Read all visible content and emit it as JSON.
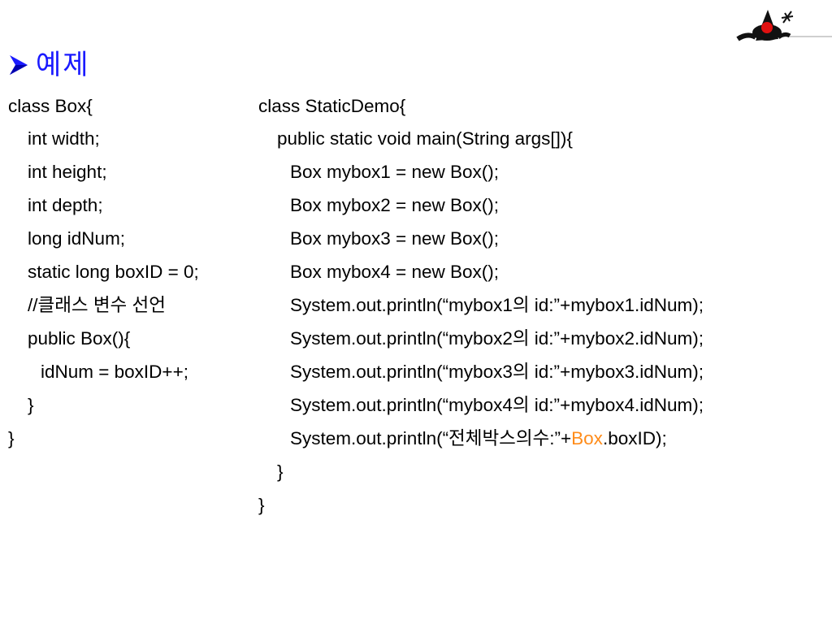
{
  "slide": {
    "title": "예제",
    "accent_color": "#1a1aff",
    "highlight_color": "#ff8c1a",
    "bullet_icon": "arrow-bullet-icon",
    "logo_icon": "java-duke-logo-icon"
  },
  "left_code": [
    "class Box{",
    "int width;",
    "int height;",
    "int depth;",
    "long idNum;",
    "static long boxID = 0;",
    "//클래스 변수 선언",
    "public Box(){",
    "idNum = boxID++;",
    "}",
    "}"
  ],
  "right_code": [
    "class StaticDemo{",
    "public static void main(String args[]){",
    "Box mybox1 = new Box();",
    "Box mybox2 = new Box();",
    "Box mybox3 = new Box();",
    "Box mybox4 = new Box();",
    "System.out.println(“mybox1의 id:”+mybox1.idNum);",
    "System.out.println(“mybox2의 id:”+mybox2.idNum);",
    "System.out.println(“mybox3의 id:”+mybox3.idNum);",
    "System.out.println(“mybox4의 id:”+mybox4.idNum);",
    "System.out.println(“전체박스의수:”+",
    "}",
    "}"
  ],
  "right_code_tail": {
    "highlight": "Box",
    "rest": ".boxID);"
  }
}
